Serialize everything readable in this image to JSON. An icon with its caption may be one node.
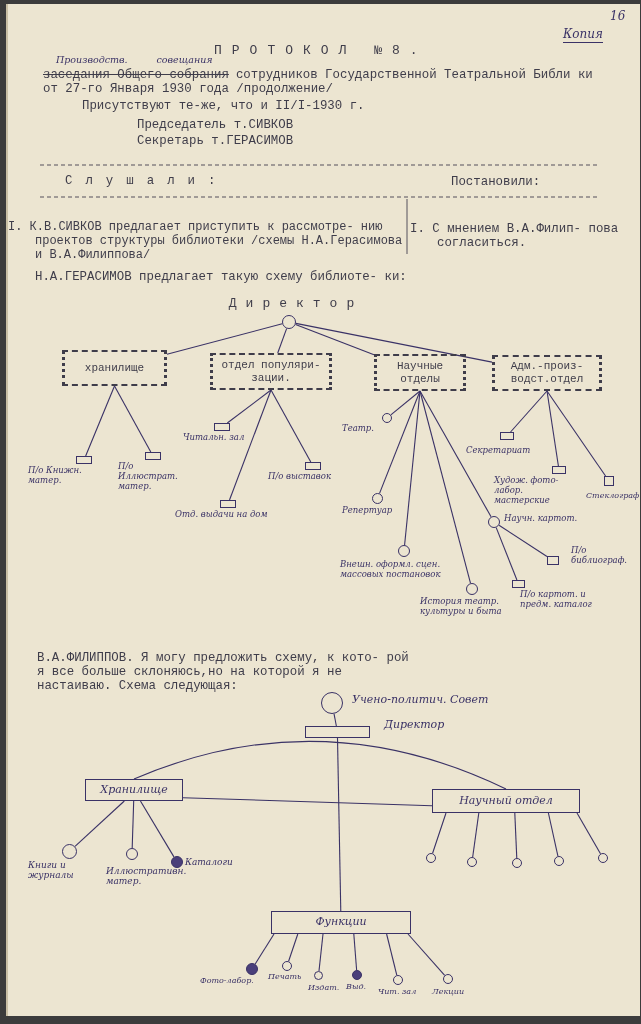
{
  "diagram": {
    "title": "ПРОТОКОЛ №8.",
    "nodes": [
      {
        "text": [
          "Директор"
        ]
      },
      {
        "text": [
          "хранилище"
        ]
      },
      {
        "text": [
          "отдел популяри- зации."
        ]
      },
      {
        "text": [
          "Научные отделы"
        ]
      },
      {
        "text": [
          "Адм.-произ- водст.отдел"
        ]
      },
      {
        "text": [
          "П/о Книжн. матер."
        ]
      },
      {
        "text": [
          "П/о Иллюстрат. матер."
        ]
      },
      {
        "text": [
          "Читальн. зал"
        ]
      },
      {
        "text": [
          "Отд. выдачи на дом"
        ]
      },
      {
        "text": [
          "П/о выставок"
        ]
      },
      {
        "text": [
          "Театр."
        ]
      },
      {
        "text": [
          "Репертуар"
        ]
      },
      {
        "text": [
          "Внешн. оформл. сцен. массовых постановок"
        ]
      },
      {
        "text": [
          "История театр. культуры и быта"
        ]
      },
      {
        "text": [
          "Научн. картот."
        ]
      },
      {
        "text": [
          "П/о библиограф."
        ]
      },
      {
        "text": [
          "П/о картот. и предм. каталог"
        ]
      },
      {
        "text": [
          "Секретариат"
        ]
      },
      {
        "text": [
          "Худож. фото-лабор. мастерские"
        ]
      },
      {
        "text": [
          "Стеклограф"
        ]
      },
      {
        "text": [
          "Учено-политич. Совет"
        ]
      },
      {
        "text": [
          "Директор"
        ]
      },
      {
        "text": [
          "Хранилище"
        ]
      },
      {
        "text": [
          "Научный отдел"
        ]
      },
      {
        "text": [
          "Функции"
        ]
      },
      {
        "text": [
          "Книги и журналы"
        ]
      },
      {
        "text": [
          "Иллюстративн. матер."
        ]
      },
      {
        "text": [
          "Каталоги"
        ]
      },
      {
        "text": [],
        "shape": "circle"
      },
      {
        "text": [],
        "shape": "circle"
      },
      {
        "text": [],
        "shape": "circle"
      },
      {
        "text": [],
        "shape": "circle"
      },
      {
        "text": [],
        "shape": "circle"
      },
      {
        "text": [
          "Фото-лабор."
        ]
      },
      {
        "text": [
          "Печать"
        ]
      },
      {
        "text": [
          "Издат."
        ]
      },
      {
        "text": [
          "Выд."
        ]
      },
      {
        "text": [
          "Чит. зал"
        ]
      },
      {
        "text": [
          "Лекции"
        ]
      }
    ],
    "edges": [
      {
        "from": 0,
        "to": 1,
        "arrow": "none"
      },
      {
        "from": 0,
        "to": 2,
        "arrow": "none"
      },
      {
        "from": 0,
        "to": 3,
        "arrow": "none"
      },
      {
        "from": 0,
        "to": 4,
        "arrow": "none"
      },
      {
        "from": 1,
        "to": 5,
        "arrow": "none"
      },
      {
        "from": 1,
        "to": 6,
        "arrow": "none"
      },
      {
        "from": 2,
        "to": 7,
        "arrow": "none"
      },
      {
        "from": 2,
        "to": 8,
        "arrow": "none"
      },
      {
        "from": 2,
        "to": 9,
        "arrow": "none"
      },
      {
        "from": 3,
        "to": 10,
        "arrow": "none"
      },
      {
        "from": 3,
        "to": 11,
        "arrow": "none"
      },
      {
        "from": 3,
        "to": 12,
        "arrow": "none"
      },
      {
        "from": 3,
        "to": 13,
        "arrow": "none"
      },
      {
        "from": 3,
        "to": 14,
        "arrow": "none"
      },
      {
        "from": 14,
        "to": 15,
        "arrow": "none"
      },
      {
        "from": 14,
        "to": 16,
        "arrow": "none"
      },
      {
        "from": 4,
        "to": 17,
        "arrow": "none"
      },
      {
        "from": 4,
        "to": 18,
        "arrow": "none"
      },
      {
        "from": 4,
        "to": 19,
        "arrow": "none"
      },
      {
        "from": 20,
        "to": 21,
        "arrow": "none"
      },
      {
        "from": 22,
        "to": 23,
        "arrow": "none"
      },
      {
        "from": 22,
        "to": 23,
        "arrow": "none"
      },
      {
        "from": 21,
        "to": 24,
        "arrow": "none"
      },
      {
        "from": 22,
        "to": 25,
        "arrow": "none"
      },
      {
        "from": 22,
        "to": 26,
        "arrow": "none"
      },
      {
        "from": 22,
        "to": 27,
        "arrow": "none"
      },
      {
        "from": 23,
        "to": 28,
        "arrow": "none"
      },
      {
        "from": 23,
        "to": 29,
        "arrow": "none"
      },
      {
        "from": 23,
        "to": 30,
        "arrow": "none"
      },
      {
        "from": 23,
        "to": 31,
        "arrow": "none"
      },
      {
        "from": 23,
        "to": 32,
        "arrow": "none"
      },
      {
        "from": 24,
        "to": 33,
        "arrow": "none"
      },
      {
        "from": 24,
        "to": 34,
        "arrow": "none"
      },
      {
        "from": 24,
        "to": 35,
        "arrow": "none"
      },
      {
        "from": 24,
        "to": 36,
        "arrow": "none"
      },
      {
        "from": 24,
        "to": 37,
        "arrow": "none"
      },
      {
        "from": 24,
        "to": 38,
        "arrow": "none"
      }
    ],
    "labels": [
      "Копия",
      "16",
      "Производств. совещания",
      "заседания Общего собрания",
      "сотрудников Государственной Театральной Библи ки от 27-го Января 1930 года /продолжение/",
      "Присутствуют те-же, что и II/I-1930 г.",
      "Председатель т.СИВКОВ",
      "Секретарь т.ГЕРАСИМОВ",
      "Слушали:",
      "Постановили:",
      "I. К.В.СИВКОВ предлагает приступить к рассмотре- нию проектов структуры библиотеки /схемы Н.А.Герасимова и В.А.Филиппова/",
      "I. С мнением В.А.Филип- пова согласиться.",
      "Н.А.ГЕРАСИМОВ предлагает такую схему библиоте- ки:",
      "В.А.ФИЛИППОВ. Я могу предложить схему, к кото- рой я все больше склоняюсь,но на которой я не настаиваю. Схема следующая:"
    ]
  }
}
